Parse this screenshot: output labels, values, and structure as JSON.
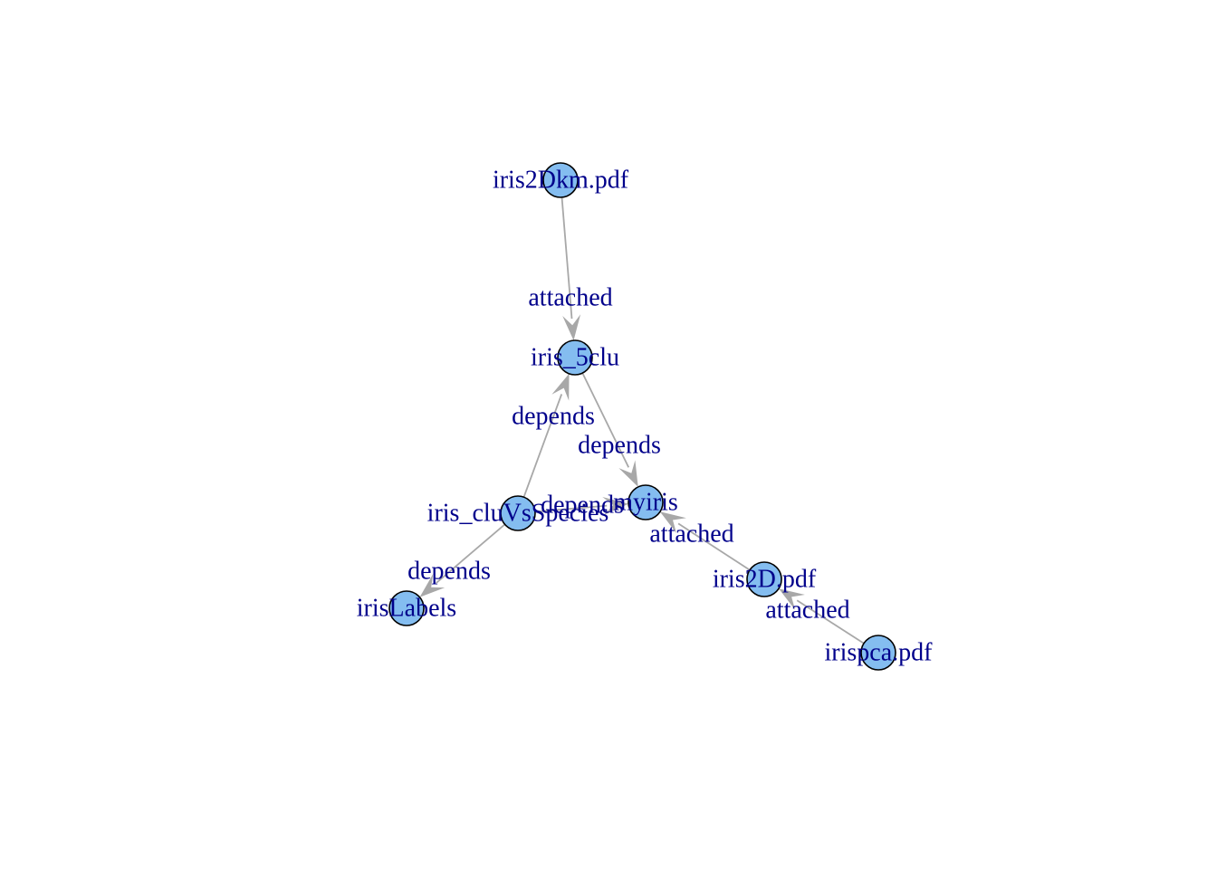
{
  "graph": {
    "node_fill": "#84bdf0",
    "label_color": "#00008b",
    "edge_color": "#a8a8a8",
    "nodes": [
      {
        "id": "iris2Dkm",
        "label": "iris2Dkm.pdf"
      },
      {
        "id": "iris_5clu",
        "label": "iris_5clu"
      },
      {
        "id": "myiris",
        "label": "myiris"
      },
      {
        "id": "iris_cluVsSpecies",
        "label": "iris_cluVsSpecies"
      },
      {
        "id": "irisLabels",
        "label": "irisLabels"
      },
      {
        "id": "iris2D",
        "label": "iris2D.pdf"
      },
      {
        "id": "irispca",
        "label": "irispca.pdf"
      }
    ],
    "edges": [
      {
        "from": "iris2Dkm",
        "to": "iris_5clu",
        "label": "attached"
      },
      {
        "from": "iris_5clu",
        "to": "myiris",
        "label": "depends"
      },
      {
        "from": "iris_cluVsSpecies",
        "to": "iris_5clu",
        "label": "depends"
      },
      {
        "from": "iris_cluVsSpecies",
        "to": "myiris",
        "label": "depends"
      },
      {
        "from": "iris_cluVsSpecies",
        "to": "irisLabels",
        "label": "depends"
      },
      {
        "from": "iris2D",
        "to": "myiris",
        "label": "attached"
      },
      {
        "from": "irispca",
        "to": "iris2D",
        "label": "attached"
      }
    ]
  }
}
